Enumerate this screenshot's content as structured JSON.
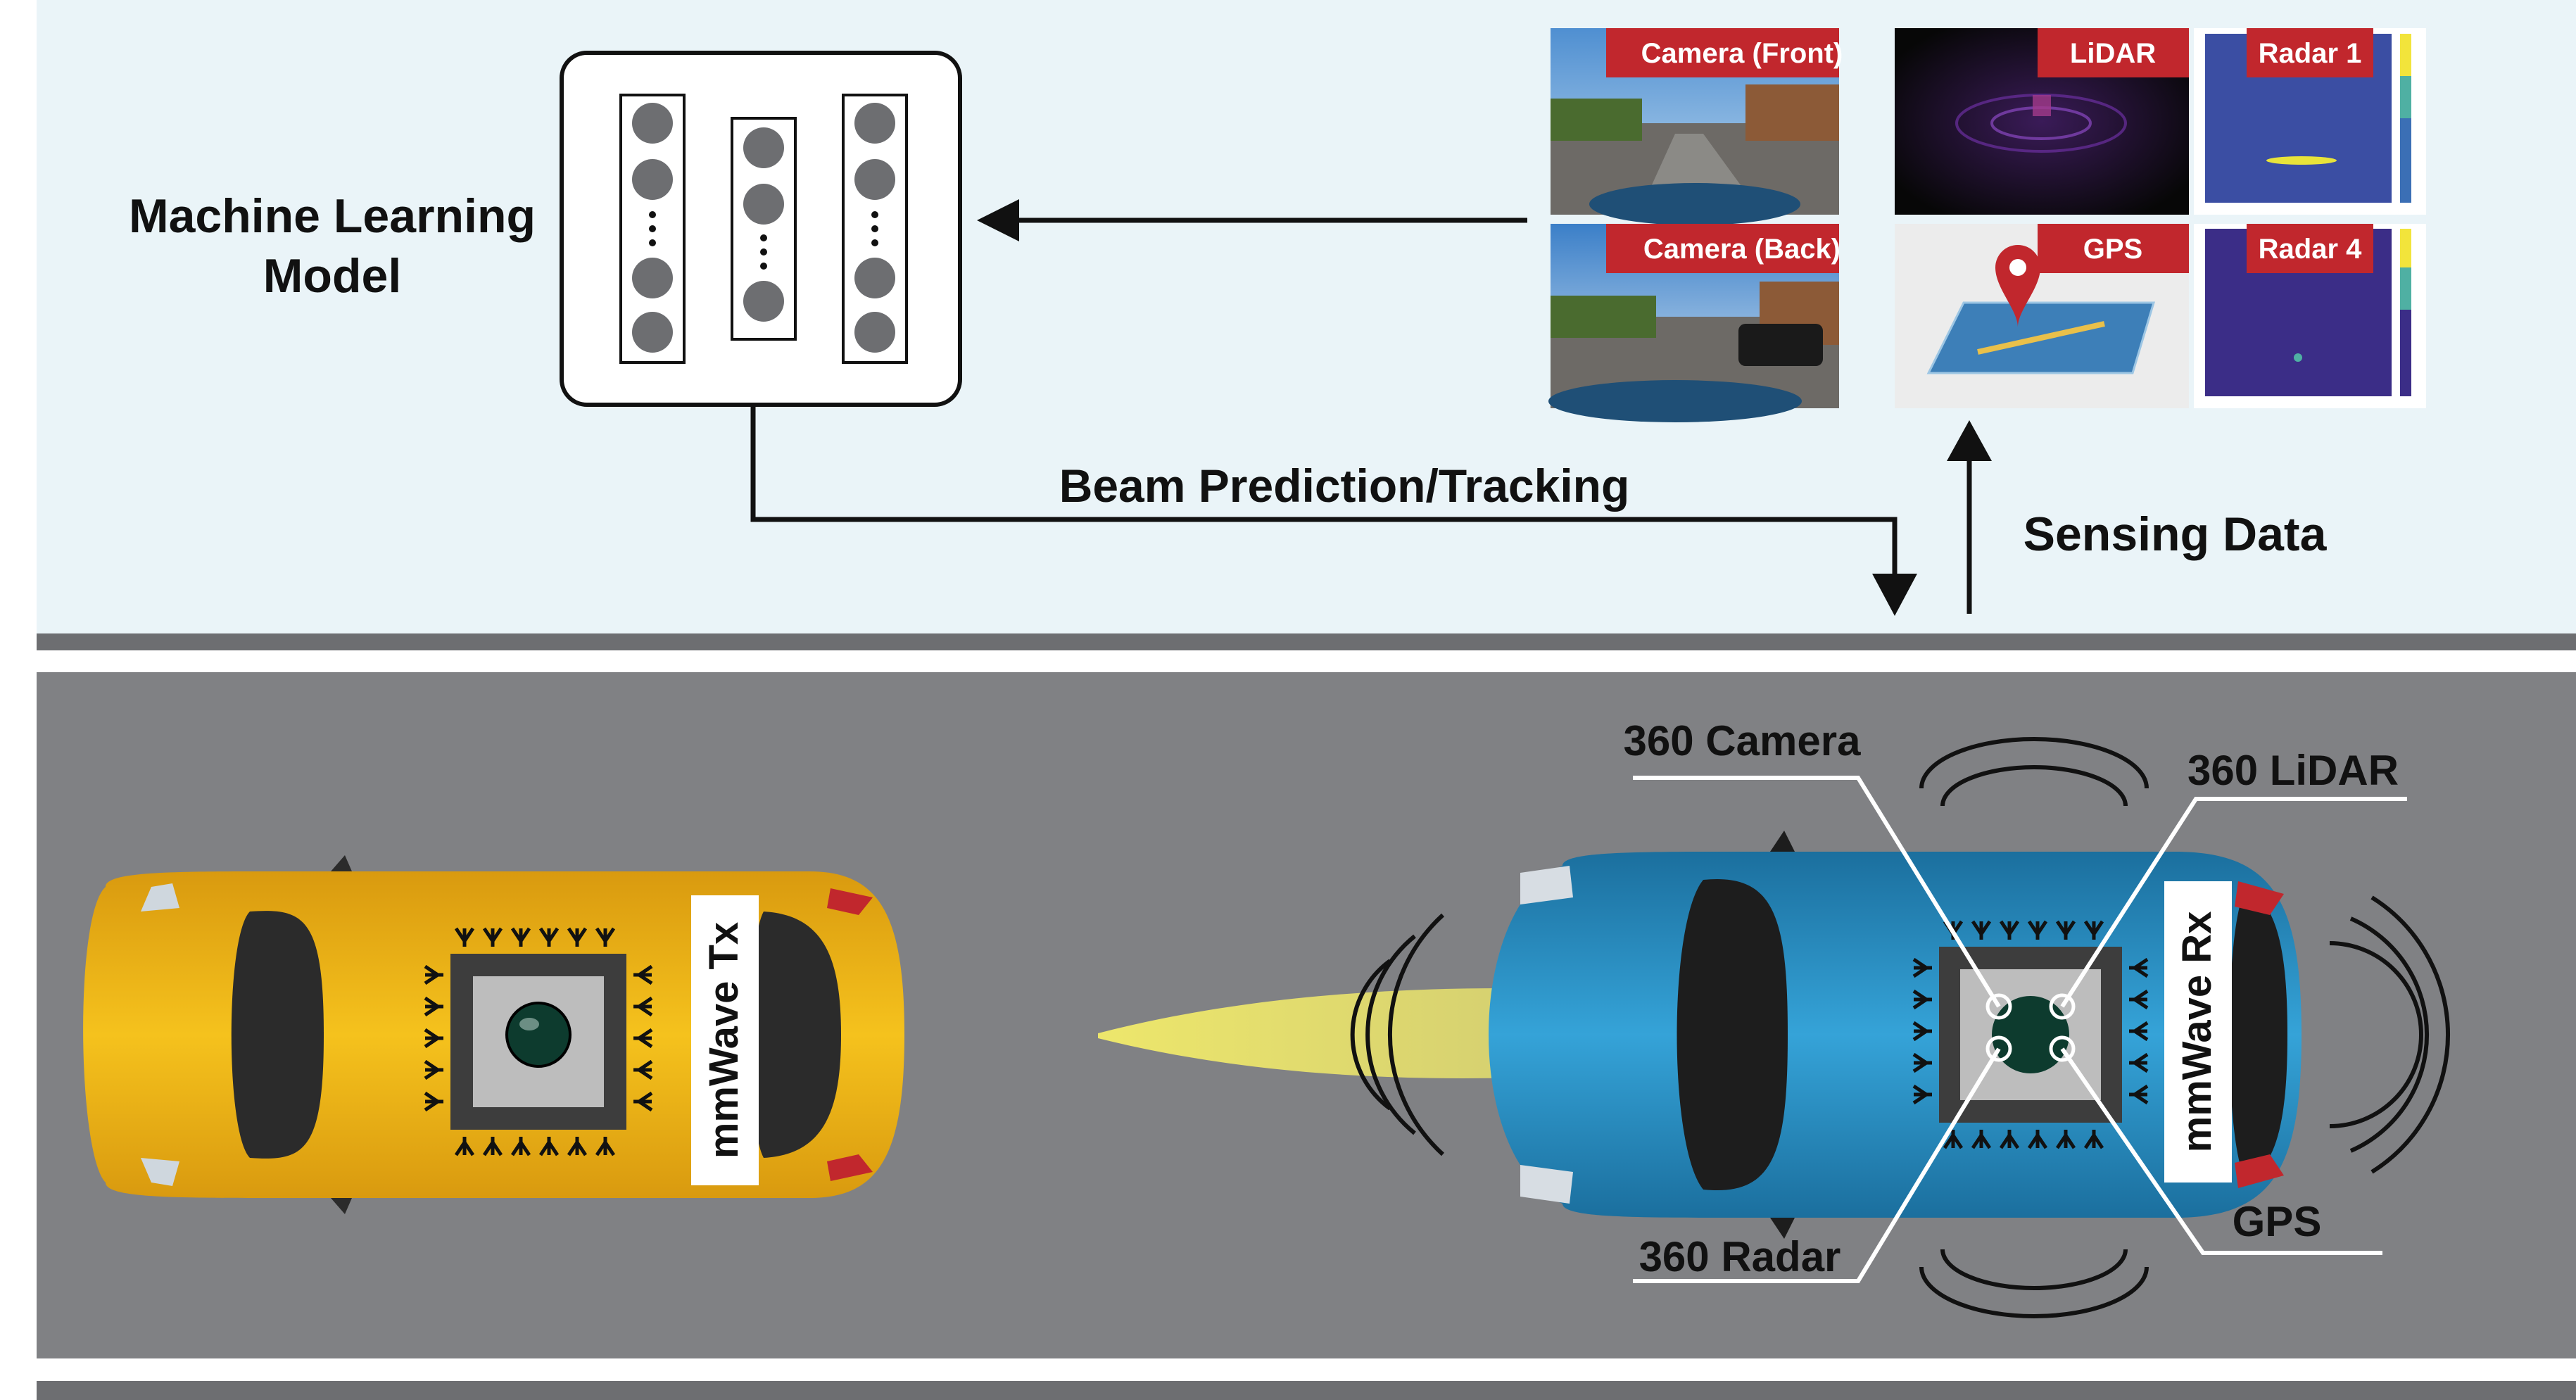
{
  "colors": {
    "top_bg": "#eaf4f8",
    "road": "#808184",
    "divider": "#6d6e71",
    "tag_red": "#c1272d",
    "tx_car": "#f2b716",
    "rx_car": "#2a8fc4",
    "beam": "#f0ea6e"
  },
  "ml_model": {
    "label_line1": "Machine Learning",
    "label_line2": "Model",
    "dots": "⋮"
  },
  "arrows": {
    "beam_label": "Beam Prediction/Tracking",
    "sensing_label": "Sensing Data"
  },
  "panels": {
    "camera_front": "Camera (Front)",
    "lidar": "LiDAR",
    "radar1": "Radar 1",
    "camera_back": "Camera (Back)",
    "gps": "GPS",
    "radar4": "Radar 4"
  },
  "tx_car": {
    "label": "mmWave Tx"
  },
  "rx_car": {
    "label": "mmWave Rx",
    "camera": "360 Camera",
    "lidar": "360 LiDAR",
    "radar": "360 Radar",
    "gps": "GPS"
  },
  "icons": [
    "neural-network-icon",
    "map-pin-icon",
    "antenna-icon",
    "camera-lens-icon"
  ]
}
